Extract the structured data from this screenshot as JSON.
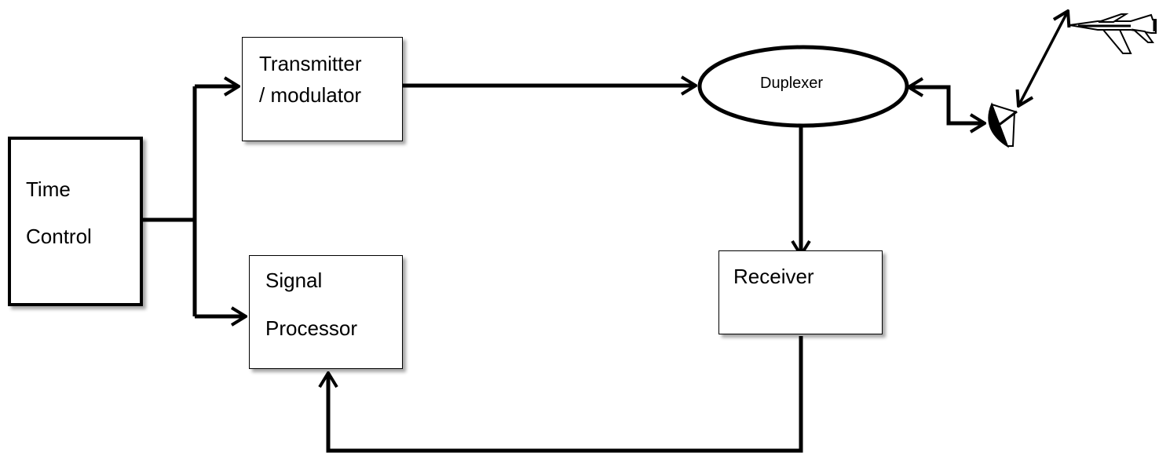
{
  "blocks": {
    "time_control": {
      "line1": "Time",
      "line2": "Control"
    },
    "transmitter": {
      "line1": "Transmitter",
      "line2": "/ modulator"
    },
    "duplexer": {
      "label": "Duplexer"
    },
    "signal_processor": {
      "line1": "Signal",
      "line2": "Processor"
    },
    "receiver": {
      "label": "Receiver"
    }
  },
  "icons": [
    "antenna-dish-icon",
    "aircraft-icon"
  ]
}
